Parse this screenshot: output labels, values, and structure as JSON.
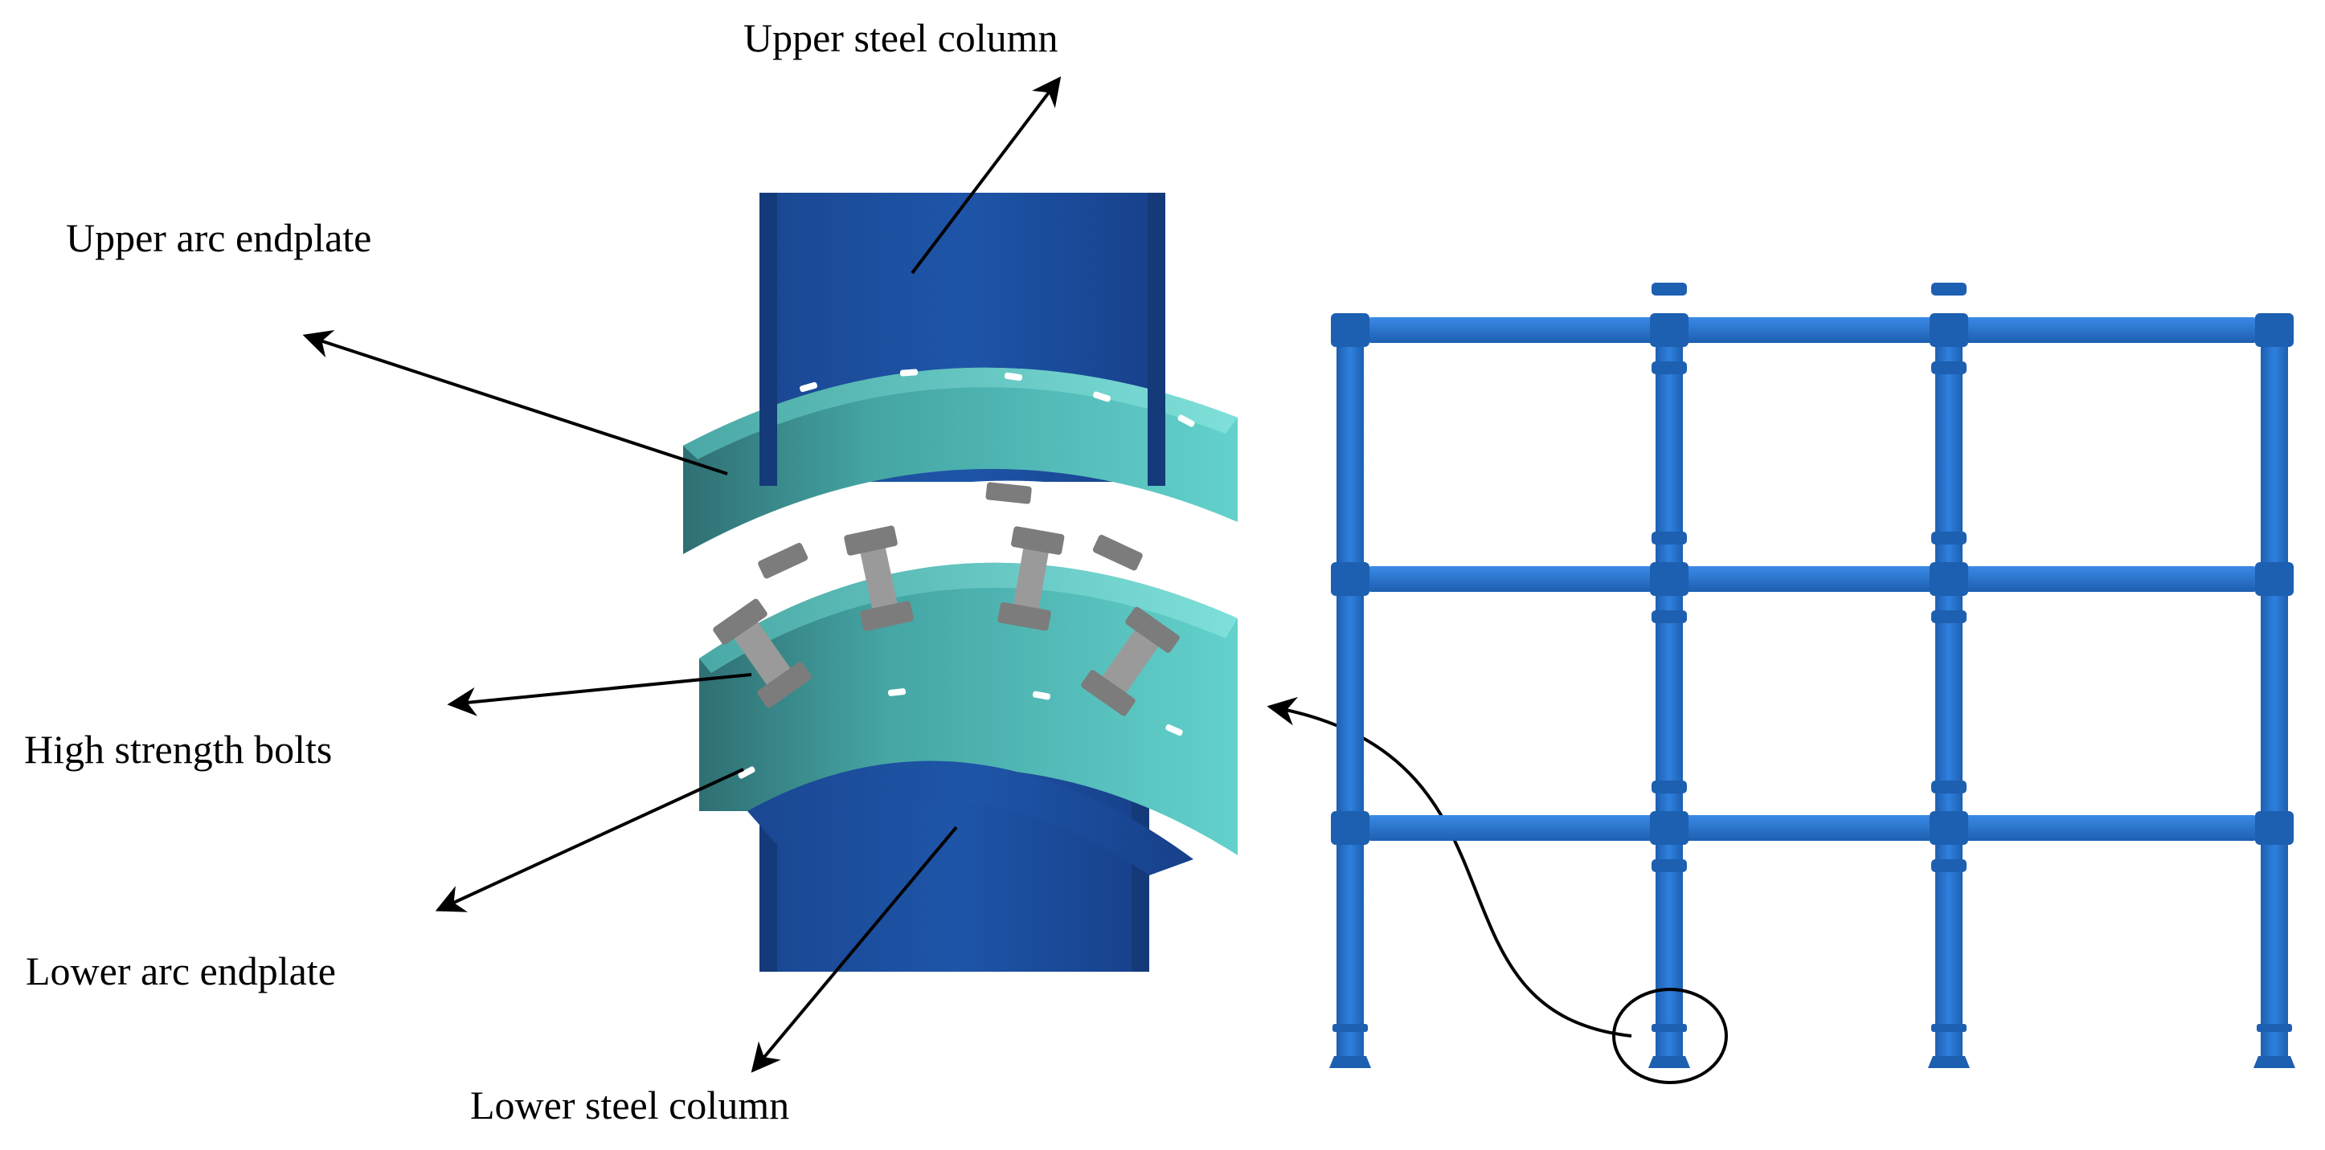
{
  "labels": {
    "upper_steel_column": "Upper steel column",
    "upper_arc_endplate": "Upper arc endplate",
    "high_strength_bolts": "High strength bolts",
    "lower_arc_endplate": "Lower arc endplate",
    "lower_steel_column": "Lower steel column"
  },
  "frame": {
    "stories": 3,
    "bays": 3
  },
  "colors": {
    "column_blue": "#1e4fa0",
    "column_blue_dark": "#173f86",
    "column_blue_light": "#2b62b8",
    "endplate_teal": "#5fc9c4",
    "endplate_teal_dark": "#2f6f73",
    "bolt_gray": "#8c8c8c",
    "frame_blue": "#2a76d2",
    "frame_blue_dark": "#1d5fb0",
    "line": "#000000"
  },
  "icons": {
    "arrow": "arrow-icon",
    "bolt": "bolt-icon"
  }
}
